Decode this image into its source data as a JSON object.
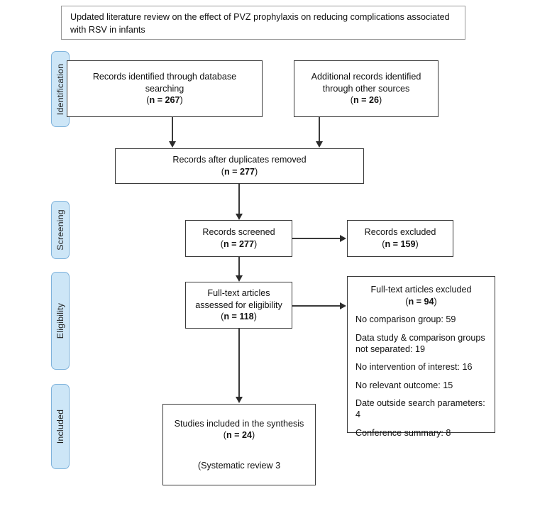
{
  "title": {
    "text": "Updated literature review on the effect of PVZ prophylaxis on reducing complications associated with RSV in infants"
  },
  "stages": [
    {
      "name": "identification",
      "label": "Identification"
    },
    {
      "name": "screening",
      "label": "Screening"
    },
    {
      "name": "eligibility",
      "label": "Eligibility"
    },
    {
      "name": "included",
      "label": "Included"
    }
  ],
  "boxes": {
    "database_search": {
      "line1": "Records identified through database",
      "line2": "searching",
      "count": "(n = 267)",
      "count_prefix": "(",
      "count_value": "n = 267",
      "count_suffix": ")"
    },
    "other_sources": {
      "line1": "Additional records identified",
      "line2": "through other sources",
      "count_prefix": "(",
      "count_value": "n = 26",
      "count_suffix": ")"
    },
    "duplicates_removed": {
      "line1": "Records after duplicates removed",
      "count_prefix": "(",
      "count_value": "n = 277",
      "count_suffix": ")"
    },
    "records_screened": {
      "line1": "Records screened",
      "count_prefix": "(",
      "count_value": "n = 277",
      "count_suffix": ")"
    },
    "records_excluded": {
      "line1": "Records excluded",
      "count_prefix": "(",
      "count_value": "n = 159",
      "count_suffix": ")"
    },
    "fulltext_assessed": {
      "line1": "Full-text articles",
      "line2": "assessed for eligibility",
      "count_prefix": "(",
      "count_value": "n = 118",
      "count_suffix": ")"
    },
    "fulltext_excluded": {
      "heading": "Full-text articles excluded",
      "count_prefix": "(",
      "count_value": "n = 94",
      "count_suffix": ")",
      "reasons": [
        "No comparison group: 59",
        "Data study & comparison groups not separated: 19",
        "No intervention of interest: 16",
        "No relevant outcome: 15",
        "Date outside search parameters: 4",
        "Conference summary: 8"
      ]
    },
    "studies_included": {
      "line1": "Studies included in the synthesis",
      "count_prefix": "(",
      "count_value": "n = 24",
      "count_suffix": ")",
      "note": "(Systematic review 3"
    }
  },
  "colors": {
    "stage_fill": "#cde6f7",
    "stage_border": "#7fb3dc",
    "box_border": "#3a3a3a",
    "connector": "#2b2b2b",
    "background": "#ffffff"
  }
}
